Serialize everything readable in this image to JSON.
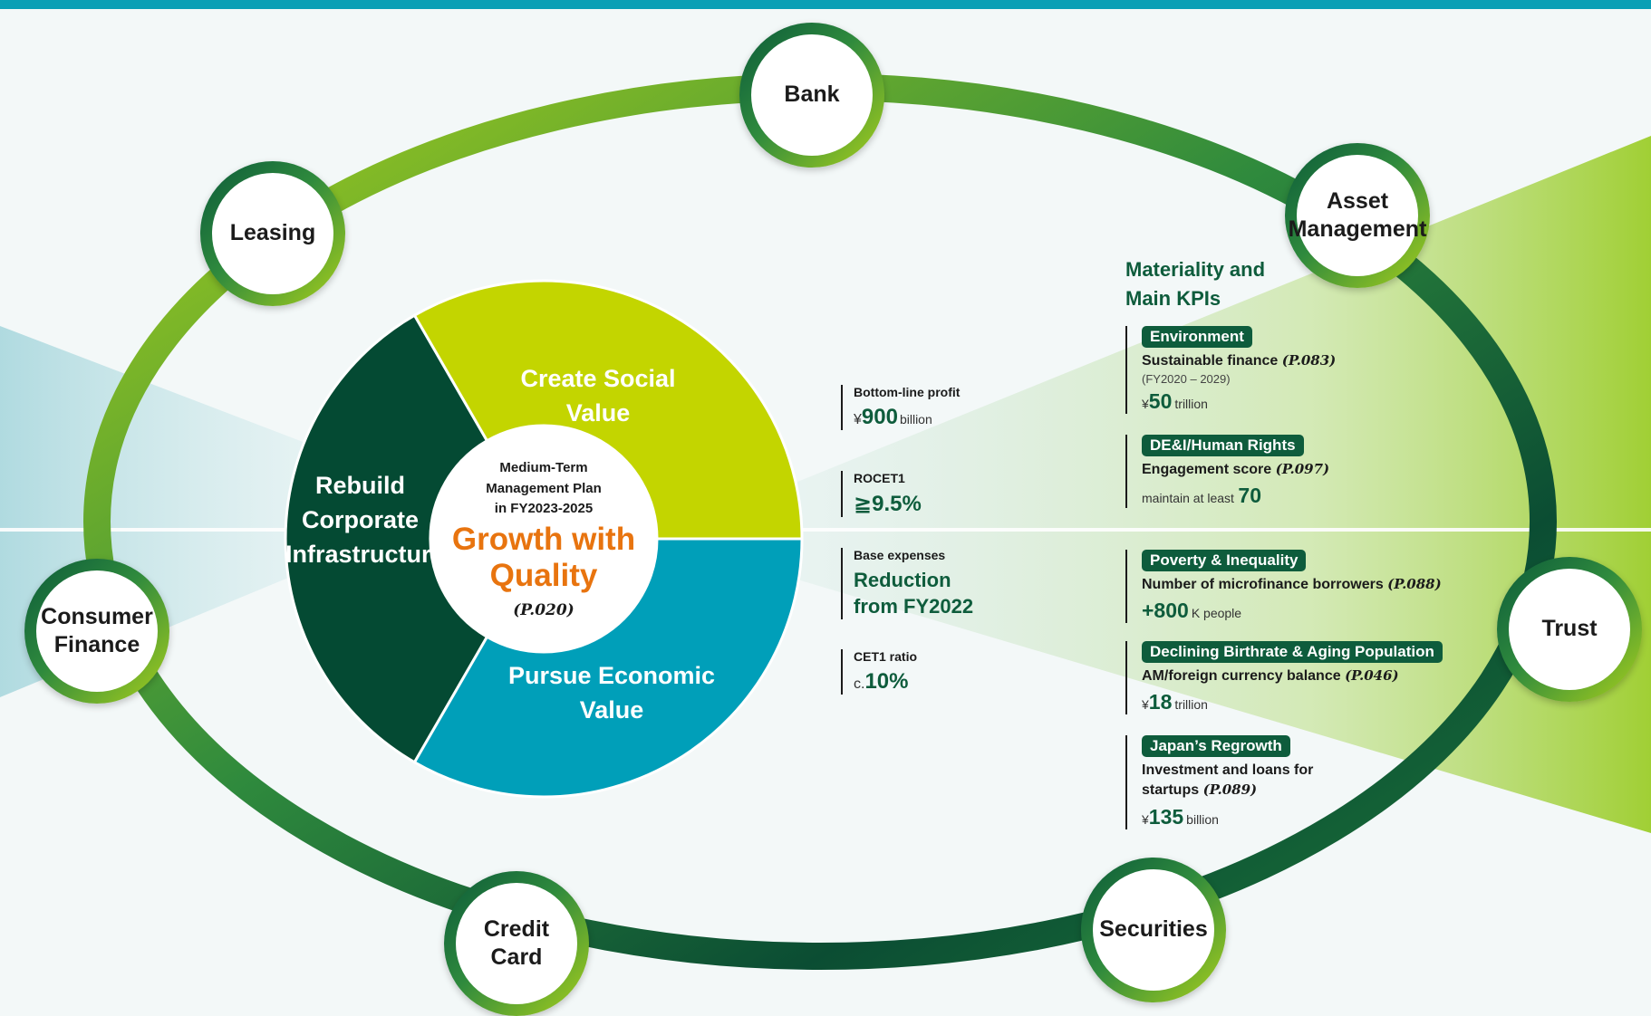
{
  "colors": {
    "ring_dark": "#0b4d33",
    "ring_light": "#a8cf1c",
    "rebuild": "#044a33",
    "social": "#c3d500",
    "economic": "#009fb9",
    "accent_orange": "#e8740f",
    "kpi_green": "#0e5c3c"
  },
  "businesses": [
    {
      "label": "Bank"
    },
    {
      "label": "Asset\nManagement"
    },
    {
      "label": "Trust"
    },
    {
      "label": "Securities"
    },
    {
      "label": "Credit\nCard"
    },
    {
      "label": "Consumer\nFinance"
    },
    {
      "label": "Leasing"
    }
  ],
  "segments": {
    "rebuild": "Rebuild\nCorporate\nInfrastructure",
    "social": "Create Social Value",
    "economic": "Pursue Economic\nValue"
  },
  "hub": {
    "plan": "Medium-Term\nManagement Plan\nin FY2023-2025",
    "theme": "Growth with\nQuality",
    "ref": "(P.020)"
  },
  "kpis": [
    {
      "label": "Bottom-line profit",
      "prefix": "¥",
      "value": "900",
      "suffix": "billion"
    },
    {
      "label": "ROCET1",
      "prefix": "",
      "value": "≧9.5%",
      "suffix": ""
    },
    {
      "label": "Base expenses",
      "text": "Reduction\nfrom FY2022"
    },
    {
      "label": "CET1 ratio",
      "prefix": "c.",
      "value": "10%",
      "suffix": ""
    }
  ],
  "materiality": {
    "title": "Materiality and\nMain KPIs",
    "items": [
      {
        "tag": "Environment",
        "desc": "Sustainable finance",
        "ref": "(P.083)",
        "sub": "(FY2020 – 2029)",
        "prefix": "¥",
        "value": "50",
        "suffix": "trillion"
      },
      {
        "tag": "DE&I/Human Rights",
        "desc": "Engagement score",
        "ref": "(P.097)",
        "sub": "",
        "prefix": "maintain at least",
        "value": "70",
        "suffix": ""
      },
      {
        "tag": "Poverty & Inequality",
        "desc": "Number of microfinance borrowers",
        "ref": "(P.088)",
        "sub": "",
        "prefix": "",
        "value": "+800",
        "suffix": "K people"
      },
      {
        "tag": "Declining Birthrate & Aging Population",
        "desc": "AM/foreign currency balance",
        "ref": "(P.046)",
        "sub": "",
        "prefix": "¥",
        "value": "18",
        "suffix": "trillion"
      },
      {
        "tag": "Japan’s Regrowth",
        "desc": "Investment and loans for\nstartups",
        "ref": "(P.089)",
        "sub": "",
        "prefix": "¥",
        "value": "135",
        "suffix": "billion"
      }
    ]
  }
}
